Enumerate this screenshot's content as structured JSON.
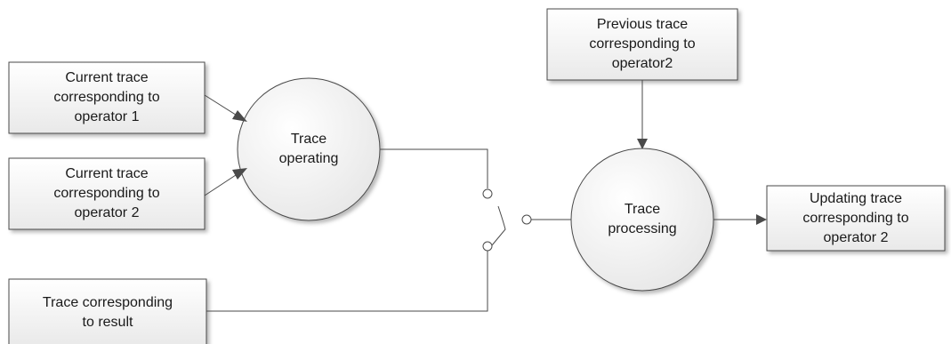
{
  "diagram": {
    "boxes": {
      "op1": "Current trace\ncorresponding to\noperator  1",
      "op2": "Current trace\ncorresponding to\noperator  2",
      "result": "Trace corresponding\nto result",
      "previous": "Previous trace\ncorresponding to\noperator2",
      "updating": "Updating trace\ncorresponding to\noperator  2"
    },
    "processes": {
      "operating": "Trace\noperating",
      "processing": "Trace\nprocessing"
    }
  }
}
